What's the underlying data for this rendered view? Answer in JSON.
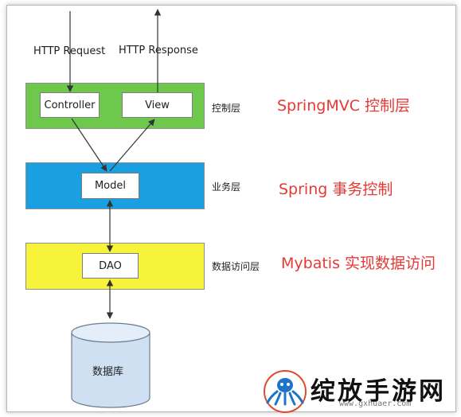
{
  "diagram": {
    "http_request": "HTTP Request",
    "http_response": "HTTP Response",
    "boxes": {
      "controller": "Controller",
      "view": "View",
      "model": "Model",
      "dao": "DAO"
    },
    "layer_labels": {
      "control": "控制层",
      "business": "业务层",
      "data_access": "数据访问层"
    },
    "notes": {
      "control": "SpringMVC 控制层",
      "business": "Spring 事务控制",
      "data_access": "Mybatis 实现数据访问"
    },
    "database_label": "数据库"
  },
  "colors": {
    "control_layer": "#6ec84b",
    "business_layer": "#1aa0e2",
    "data_layer": "#f7f23a",
    "note_text": "#e53935",
    "database_fill": "#cfe0f3"
  },
  "watermark": {
    "text": "绽放手游网",
    "url": "www.gxhuaer.com"
  }
}
